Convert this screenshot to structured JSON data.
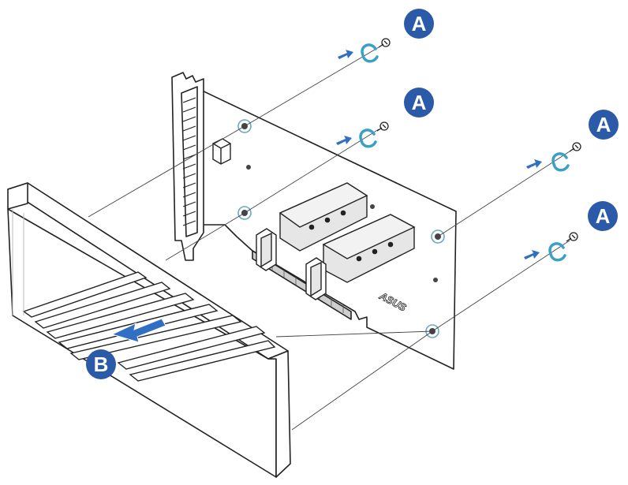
{
  "callouts": {
    "screw_label": "A",
    "cover_label": "B"
  },
  "card": {
    "brand": "ASUS"
  },
  "colors": {
    "badge": "#2a5aa8",
    "arrow": "#2f6fc4",
    "rotate_arrow": "#3aa0c8",
    "line": "#222222",
    "gray_fill": "#e6e6e6"
  }
}
